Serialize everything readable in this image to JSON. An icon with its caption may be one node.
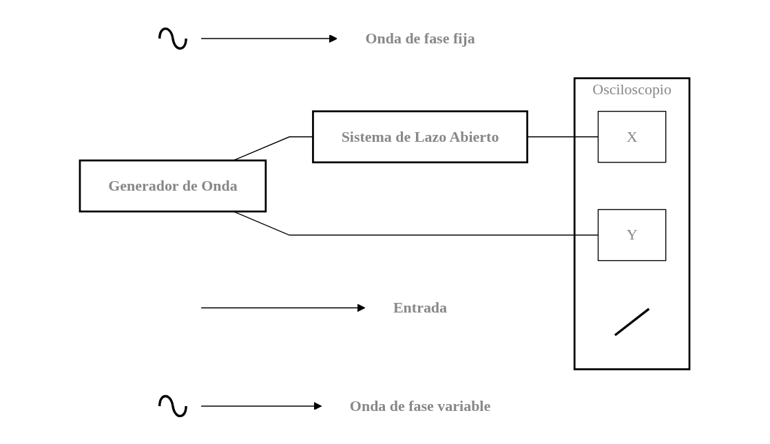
{
  "diagram": {
    "nodes": [
      {
        "text": [
          "Generador de Onda"
        ]
      },
      {
        "text": [
          "Sistema de Lazo Abierto"
        ]
      },
      {
        "text": [
          "Osciloscopio"
        ]
      },
      {
        "text": [
          "X"
        ],
        "in": 2
      },
      {
        "text": [
          "Y"
        ],
        "in": 2
      },
      {
        "text": [
          "Onda de fase fija"
        ]
      },
      {
        "text": [
          "Entrada"
        ]
      },
      {
        "text": [
          "Onda de fase variable"
        ]
      },
      {
        "text": [],
        "shape": "wave"
      },
      {
        "text": [],
        "shape": "wave"
      },
      {
        "text": [],
        "shape": "line",
        "in": 2
      }
    ],
    "edges": [
      {
        "from": 0,
        "to": 1,
        "arrow": "none"
      },
      {
        "from": 1,
        "to": 3,
        "arrow": "none"
      },
      {
        "from": 0,
        "to": 4,
        "arrow": "none"
      },
      {
        "from": 8,
        "to": 5,
        "arrow": "to"
      },
      {
        "from": null,
        "to": 6,
        "arrow": "to"
      },
      {
        "from": 9,
        "to": 7,
        "arrow": "to"
      }
    ]
  }
}
